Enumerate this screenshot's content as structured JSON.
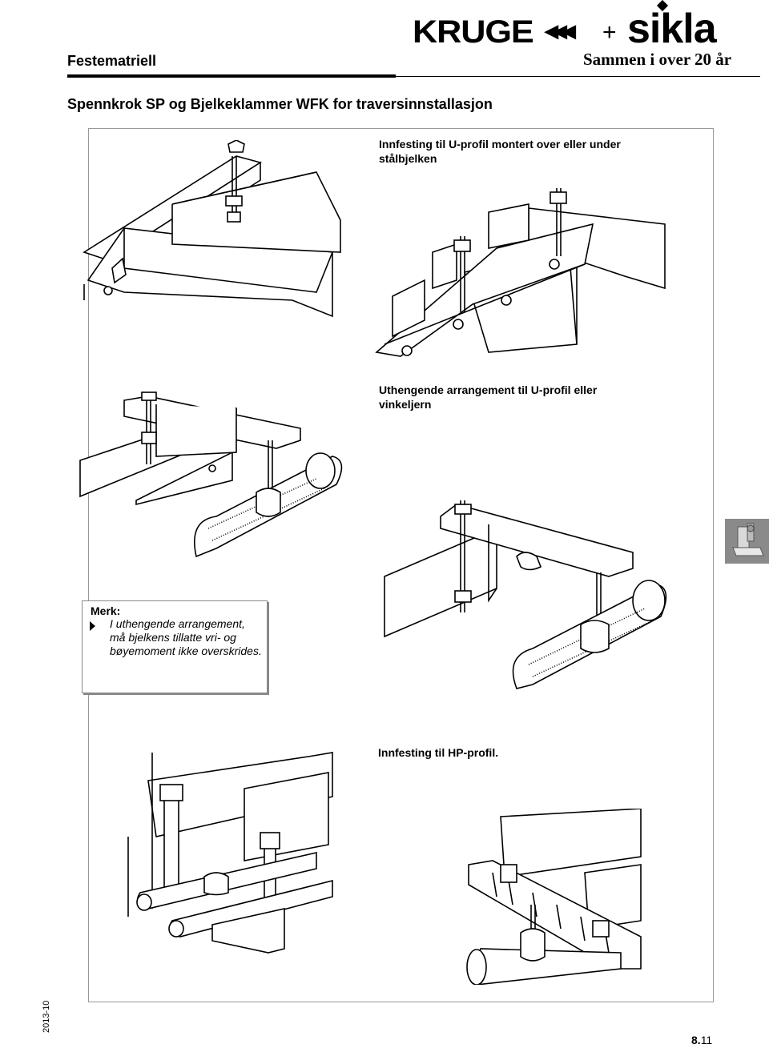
{
  "header": {
    "section_title": "Festematriell",
    "logo_kruge": "KRUGE",
    "logo_arrows": "◀◀◀",
    "logo_plus": "+",
    "logo_sikla": "sikla",
    "tagline": "Sammen i over 20 år"
  },
  "page_heading": "Spennkrok SP og Bjelkeklammer WFK for traversinnstallasjon",
  "captions": {
    "top": "Innfesting til U-profil montert over eller under stålbjelken",
    "middle": "Uthengende arrangement til U-profil eller vinkeljern",
    "bottom": "Innfesting til HP-profil."
  },
  "note": {
    "title": "Merk:",
    "text": "I uthengende arrangement, må bjelkens tillatte vri- og bøyemoment ikke overskrides."
  },
  "footer": {
    "date_code": "2013-10",
    "page_bold": "8.",
    "page_rest": "11"
  },
  "icons": {
    "side_tab": "clamp-product-icon"
  }
}
